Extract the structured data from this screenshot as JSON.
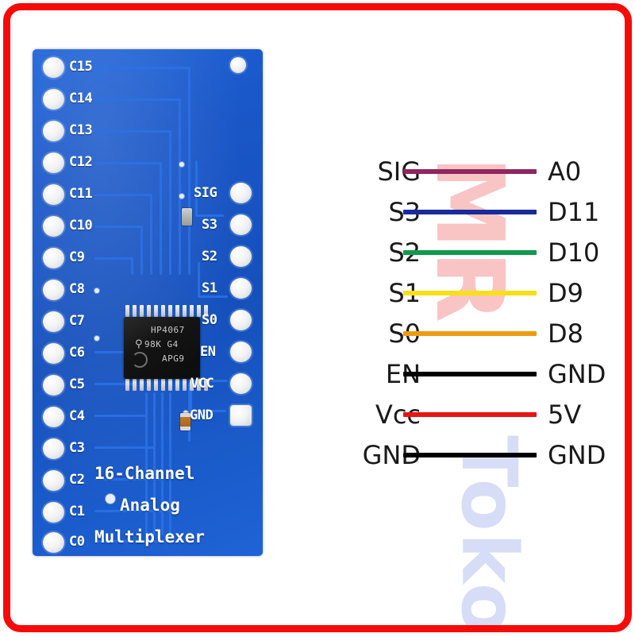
{
  "frame": {
    "color": "#f60b08"
  },
  "watermarks": [
    {
      "name": "watermark-mr",
      "text": "MR",
      "color": "#f9c4c4"
    },
    {
      "name": "watermark-toko",
      "text": "Toko",
      "color": "#d7ddf7"
    }
  ],
  "board": {
    "color": "#1a57c8",
    "silkscreen": {
      "line1": "16-Channel",
      "line2": "Analog",
      "line3": "Multiplexer"
    },
    "ic": {
      "line1": "HP4067",
      "line2": "98K G4",
      "line3": "APG9",
      "logo": "ti-logo"
    },
    "left_pins": [
      "C15",
      "C14",
      "C13",
      "C12",
      "C11",
      "C10",
      "C9",
      "C8",
      "C7",
      "C6",
      "C5",
      "C4",
      "C3",
      "C2",
      "C1",
      "C0"
    ],
    "right_pins": [
      "SIG",
      "S3",
      "S2",
      "S1",
      "S0",
      "EN",
      "VCC",
      "GND"
    ]
  },
  "wiring": {
    "rows": [
      {
        "module_pin": "SIG",
        "board_pin": "A0",
        "wire_color": "#8e2761"
      },
      {
        "module_pin": "S3",
        "board_pin": "D11",
        "wire_color": "#1a2a9c"
      },
      {
        "module_pin": "S2",
        "board_pin": "D10",
        "wire_color": "#0f9a4e"
      },
      {
        "module_pin": "S1",
        "board_pin": "D9",
        "wire_color": "#f7e014"
      },
      {
        "module_pin": "S0",
        "board_pin": "D8",
        "wire_color": "#eb9c10"
      },
      {
        "module_pin": "EN",
        "board_pin": "GND",
        "wire_color": "#000000"
      },
      {
        "module_pin": "Vcc",
        "board_pin": "5V",
        "wire_color": "#e81414"
      },
      {
        "module_pin": "GND",
        "board_pin": "GND",
        "wire_color": "#000000"
      }
    ]
  }
}
